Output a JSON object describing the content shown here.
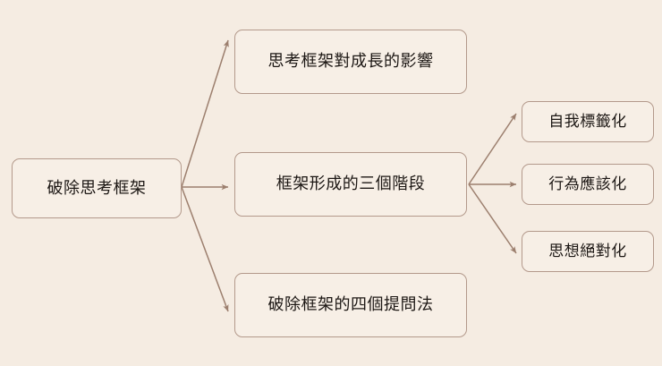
{
  "diagram": {
    "type": "mindmap-tree",
    "background_color": "#f5ece2",
    "node_fill_color": "#f7efe6",
    "node_border_color": "#b3998b",
    "connector_color": "#9c7f6e",
    "text_color": "#1c1714",
    "root": {
      "label": "破除思考框架"
    },
    "branches": [
      {
        "label": "思考框架對成長的影響"
      },
      {
        "label": "框架形成的三個階段"
      },
      {
        "label": "破除框架的四個提問法"
      }
    ],
    "leaves": [
      {
        "label": "自我標籤化"
      },
      {
        "label": "行為應該化"
      },
      {
        "label": "思想絕對化"
      }
    ]
  }
}
